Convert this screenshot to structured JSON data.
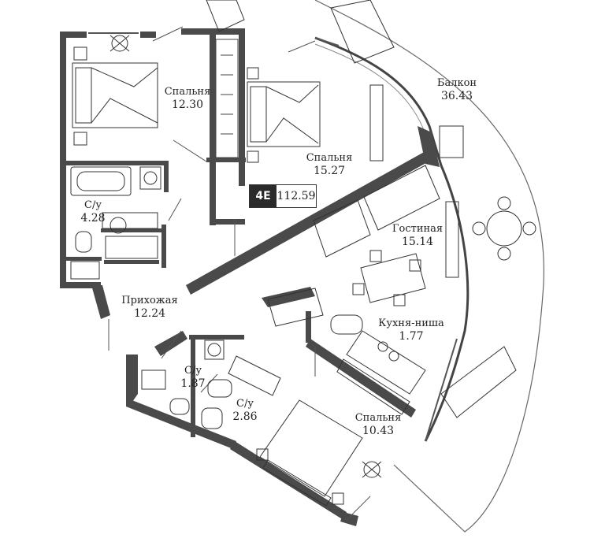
{
  "apartment": {
    "code": "4E",
    "total_area": "112.59"
  },
  "rooms": [
    {
      "id": "bedroom-1",
      "name": "Спальня",
      "area": "12.30"
    },
    {
      "id": "bedroom-2",
      "name": "Спальня",
      "area": "15.27"
    },
    {
      "id": "balcony",
      "name": "Балкон",
      "area": "36.43"
    },
    {
      "id": "bathroom-1",
      "name": "С/у",
      "area": "4.28"
    },
    {
      "id": "living-room",
      "name": "Гостиная",
      "area": "15.14"
    },
    {
      "id": "hallway",
      "name": "Прихожая",
      "area": "12.24"
    },
    {
      "id": "kitchen-niche",
      "name": "Кухня-ниша",
      "area": "1.77"
    },
    {
      "id": "bathroom-2",
      "name": "С/у",
      "area": "1.87"
    },
    {
      "id": "bathroom-3",
      "name": "С/у",
      "area": "2.86"
    },
    {
      "id": "bedroom-3",
      "name": "Спальня",
      "area": "10.43"
    }
  ],
  "colors": {
    "wall": "#3a3a3a",
    "line": "#555555",
    "badge_bg": "#2b2b2b",
    "badge_text": "#ffffff"
  }
}
